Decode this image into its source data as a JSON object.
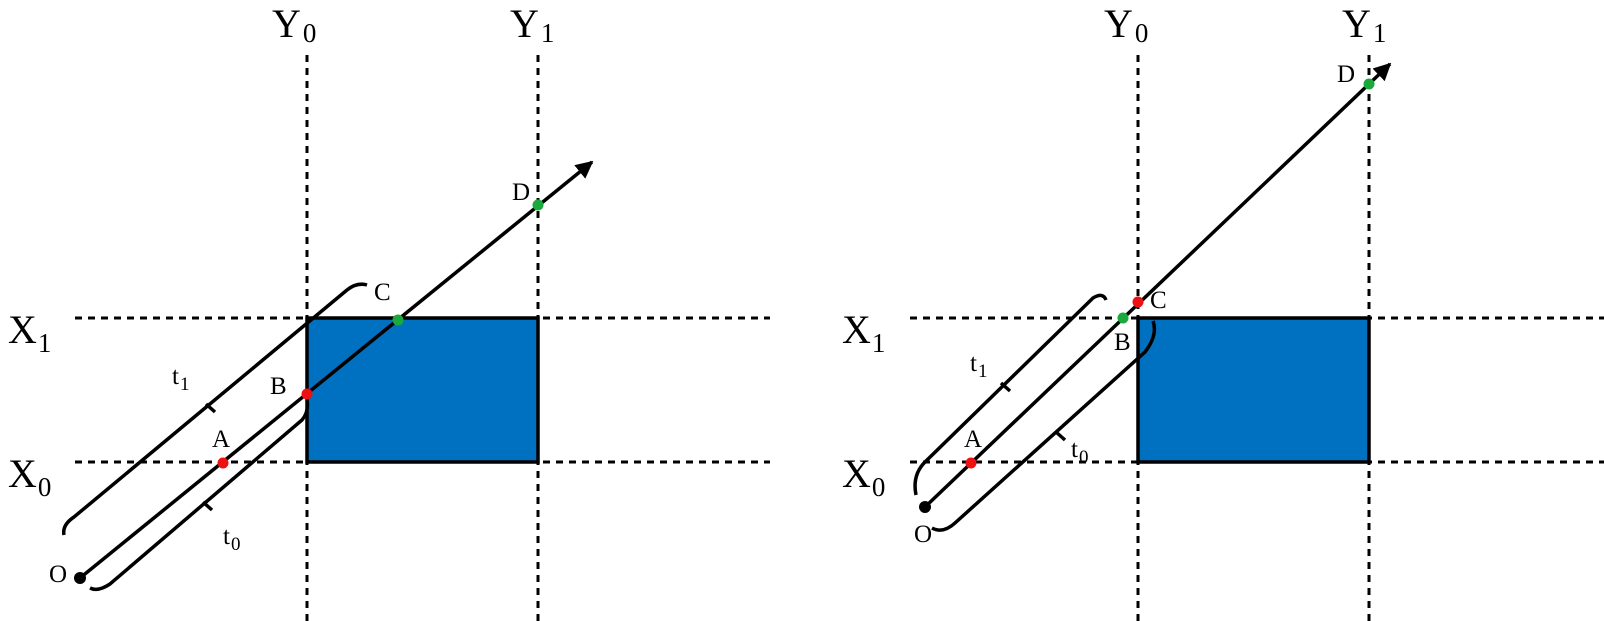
{
  "colors": {
    "box": "#0070c0",
    "entry_point": "#ee1111",
    "exit_point": "#1aaa3c",
    "origin": "#000000"
  },
  "labels": {
    "x0": "X",
    "x0_sub": "0",
    "x1": "X",
    "x1_sub": "1",
    "y0": "Y",
    "y0_sub": "0",
    "y1": "Y",
    "y1_sub": "1",
    "t0": "t",
    "t0_sub": "0",
    "t1": "t",
    "t1_sub": "1",
    "a": "A",
    "b": "B",
    "c": "C",
    "d": "D",
    "o": "O"
  }
}
